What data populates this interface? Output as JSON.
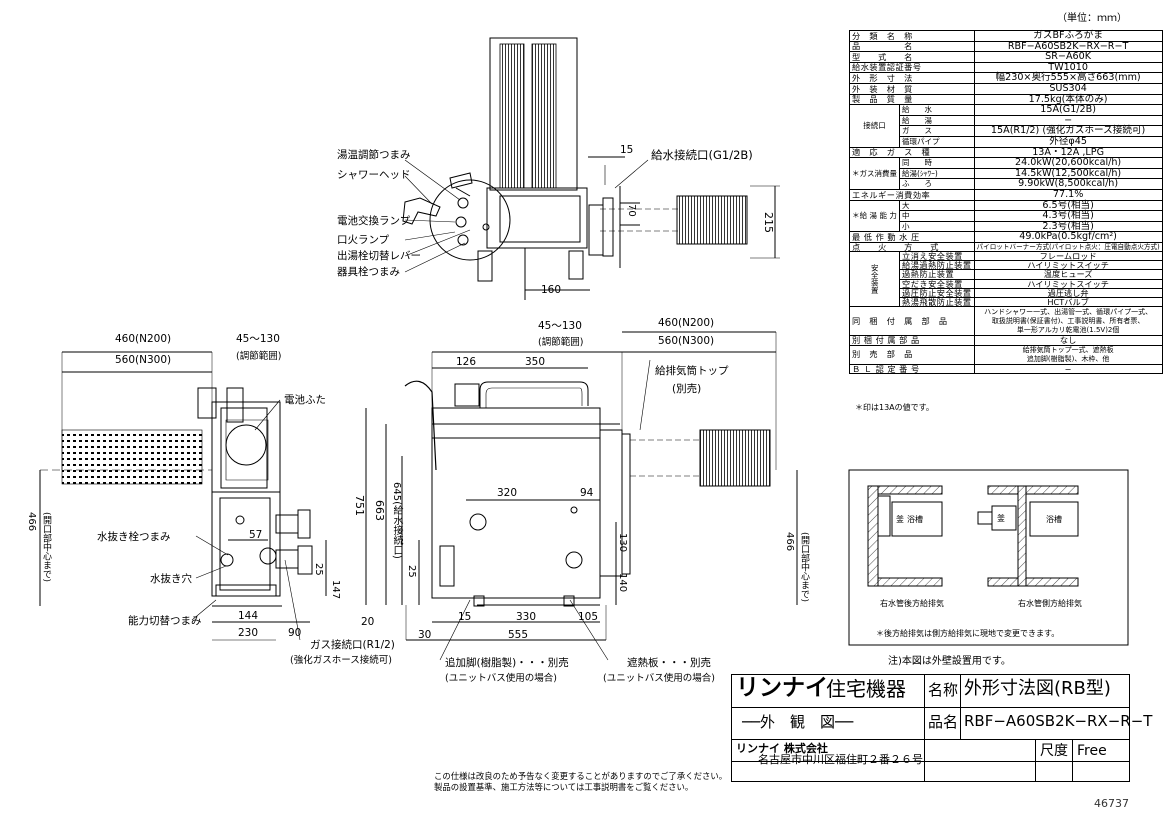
{
  "unit_note": "（単位：ｍｍ）",
  "spec_rows": [
    {
      "label": "分　類　名　称",
      "value": "ガスBFふろがま"
    },
    {
      "label": "品　　　　　名",
      "value": "RBF−A60SB2K−RX−R−T"
    },
    {
      "label": "型　　式　　名",
      "value": "SR−A60K"
    },
    {
      "label": "給水装置認証番号",
      "value": "TW1010"
    },
    {
      "label": "外　形　寸　法",
      "value": "幅230×奥行555×高さ663(mm)"
    },
    {
      "label": "外　装　材　質",
      "value": "SUS304"
    },
    {
      "label": "製　品　質　量",
      "value": "17.5kg(本体のみ)"
    }
  ],
  "connection": {
    "label": "接続口",
    "rows": [
      {
        "sub": "給　　水",
        "value": "15A(G1/2B)"
      },
      {
        "sub": "給　　湯",
        "value": "−"
      },
      {
        "sub": "ガ　　ス",
        "value": "15A(R1/2) (強化ガスホース接続可)"
      },
      {
        "sub": "循環パイプ",
        "value": "外径φ45"
      }
    ]
  },
  "gas_type": {
    "label": "適　応　ガ　ス　種",
    "value": "13A・12A ,LPG"
  },
  "gas_consumption": {
    "label": "＊ガス消費量",
    "rows": [
      {
        "sub": "同　　時",
        "value": "24.0kW(20,600kcal/h)"
      },
      {
        "sub": "給湯(ｼｬﾜｰ)",
        "value": "14.5kW(12,500kcal/h)"
      },
      {
        "sub": "ふ　　ろ",
        "value": "9.90kW(8,500kcal/h)"
      }
    ]
  },
  "energy_efficiency": {
    "label": "エネルギー消費効率",
    "value": "77.1%"
  },
  "hot_water_capacity": {
    "label": "＊給 湯 能 力",
    "rows": [
      {
        "sub": "大",
        "value": "6.5号(相当)"
      },
      {
        "sub": "中",
        "value": "4.3号(相当)"
      },
      {
        "sub": "小",
        "value": "2.3号(相当)"
      }
    ]
  },
  "min_pressure": {
    "label": "最 低 作 動 水 圧",
    "value": "49.0kPa(0.5kgf/cm²)"
  },
  "ignition": {
    "label": "点　　火　　方　　式",
    "value": "パイロットバーナー方式(パイロット点火：圧電自動点火方式)"
  },
  "safety": {
    "group_label": "安全装置",
    "rows": [
      {
        "label": "立消え安全装置",
        "value": "フレームロッド"
      },
      {
        "label": "給湯過熱防止装置",
        "value": "ハイリミットスイッチ"
      },
      {
        "label": "過熱防止装置",
        "value": "温度ヒューズ"
      },
      {
        "label": "空だき安全装置",
        "value": "ハイリミットスイッチ"
      },
      {
        "label": "過圧防止安全装置",
        "value": "過圧逃し弁"
      },
      {
        "label": "熱湯飛散防止装置",
        "value": "HCTバルブ"
      }
    ]
  },
  "accessories": {
    "label": "同　梱　付　属　部　品",
    "lines": [
      "ハンドシャワー一式、出湯管一式、循環パイプ一式、",
      "取扱説明書(保証書付)、工事説明書、所有者票、",
      "単一形アルカリ乾電池(1.5V)2個"
    ]
  },
  "separate_accessories": {
    "label": "別 梱 付 属 部 品",
    "value": "なし"
  },
  "sold_separately": {
    "label": "別　売　部　品",
    "lines": [
      "給排気筒トップ一式、遮熱板",
      "追加脚(樹脂製)、木枠、他"
    ]
  },
  "bl_number": {
    "label": "Ｂ Ｌ 認 定 番 号",
    "value": "−"
  },
  "spec_footnote": "＊印は13Aの値です。",
  "labels": {
    "temp_knob": "湯温調節つまみ",
    "shower_head": "シャワーヘッド",
    "battery_lamp": "電池交換ランプ",
    "pilot_lamp": "口火ランプ",
    "outlet_lever": "出湯栓切替レバー",
    "appliance_knob": "器具栓つまみ",
    "water_inlet": "給水接続口(G1/2B)",
    "battery_cover": "電池ふた",
    "drain_knob": "水抜き栓つまみ",
    "drain_hole": "水抜き穴",
    "capacity_knob": "能力切替つまみ",
    "gas_inlet": "ガス接続口(R1/2)",
    "gas_inlet_note": "(強化ガスホース接続可)",
    "flue_top": "給排気筒トップ",
    "flue_top_note": "(別売)",
    "extra_leg": "追加脚(樹脂製)・・・別売",
    "extra_leg_note": "(ユニットバス使用の場合)",
    "heat_shield": "遮熱板・・・別売",
    "heat_shield_note": "(ユニットバス使用の場合)",
    "adjust_range": "(調節範囲)",
    "open_center": "(開口部中心まで)",
    "inlet_645": "645(給水接続口)"
  },
  "dims": {
    "d15": "15",
    "d70": "70",
    "d215": "215",
    "d160": "160",
    "n200": "460(N200)",
    "n300": "560(N300)",
    "range": "45〜130",
    "d126": "126",
    "d350": "350",
    "d320": "320",
    "d94": "94",
    "d751": "751",
    "d663": "663",
    "d466": "466",
    "d57": "57",
    "d25": "25",
    "d147": "147",
    "d144": "144",
    "d230": "230",
    "d90": "90",
    "d130": "130",
    "d140": "140",
    "d20": "20",
    "d30": "30",
    "d330": "330",
    "d105": "105",
    "d555": "555"
  },
  "install": {
    "left_caption": "右水管後方給排気",
    "right_caption": "右水管側方給排気",
    "bath": "浴槽",
    "kama": "釜",
    "note": "＊後方給排気は側方給排気に現地で変更できます。"
  },
  "note_wall": "注)本図は外壁設置用です。",
  "title_block": {
    "brand": "リンナイ",
    "brand_sub": "住宅機器",
    "drawing_kind": "──外　観　図──",
    "name_label": "名称",
    "name_value": "外形寸法図(RB型)",
    "product_label": "品名",
    "product_value": "RBF−A60SB2K−RX−R−T",
    "company": "リンナイ 株式会社",
    "address": "名古屋市中川区福住町２番２６号",
    "scale_label": "尺度",
    "scale_value": "Free"
  },
  "footer_lines": [
    "この仕様は改良のため予告なく変更することがありますのでご了承ください。",
    "製品の設置基準、施工方法等については工事説明書をご覧ください。"
  ],
  "doc_number": "46737"
}
